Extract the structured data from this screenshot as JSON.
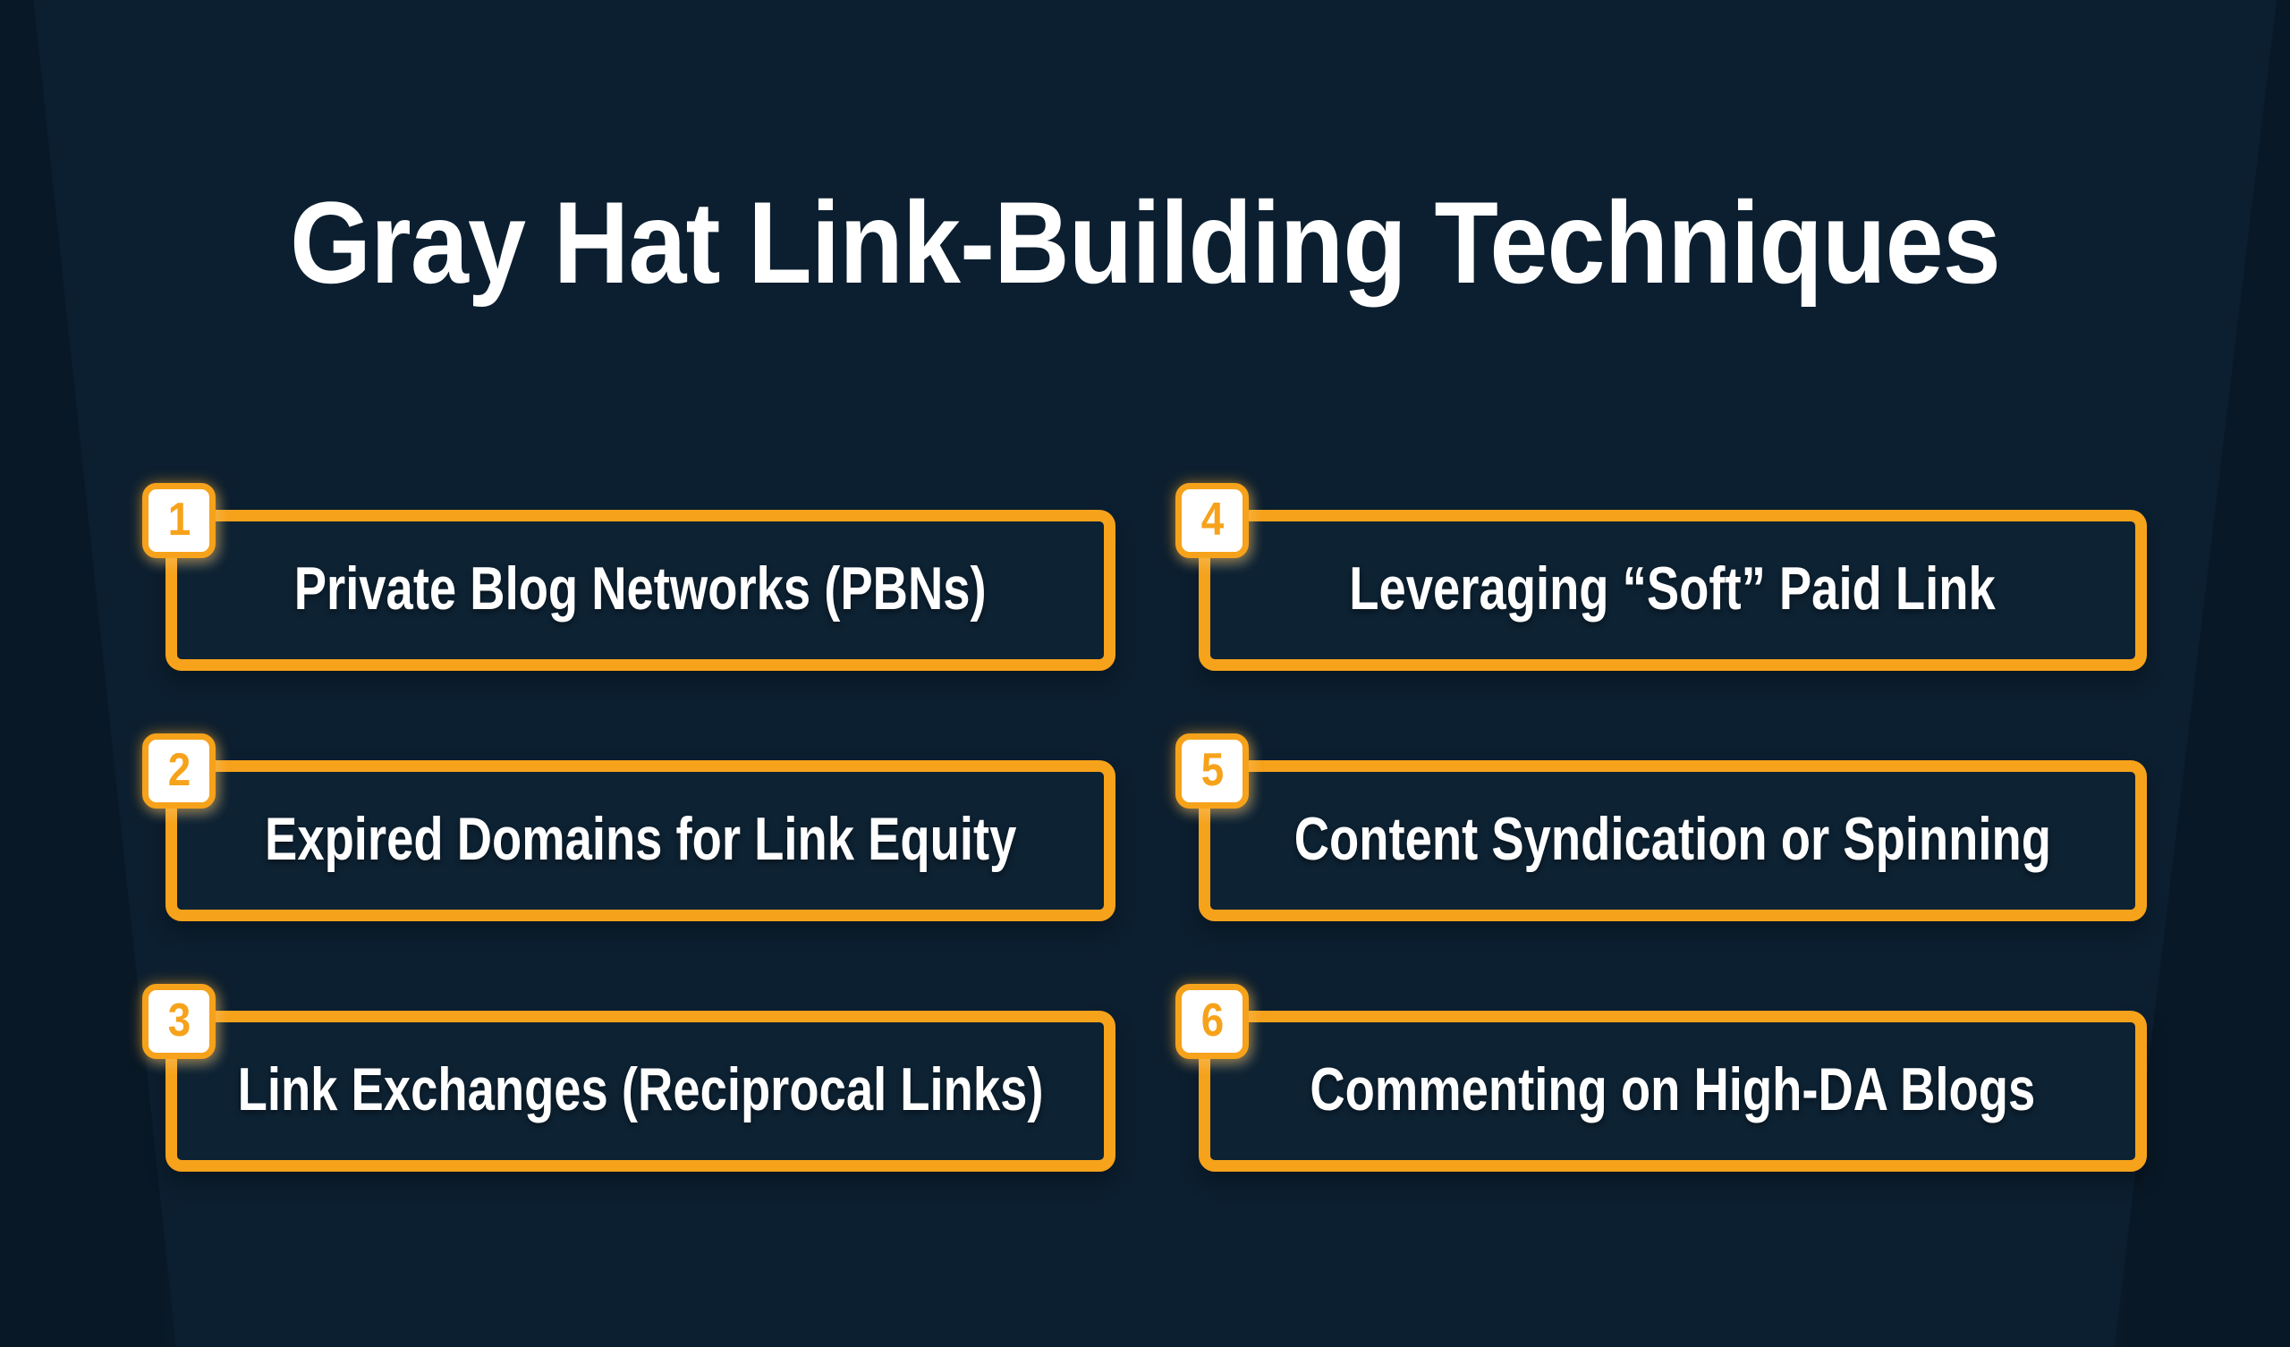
{
  "title": "Gray Hat Link-Building Techniques",
  "colors": {
    "background": "#0C1F30",
    "box_fill": "#0D2233",
    "accent_orange": "#F6A21B",
    "badge_fill": "#FFFFFF",
    "text_white": "#FFFFFF"
  },
  "techniques": [
    {
      "number": "1",
      "label": "Private Blog Networks (PBNs)"
    },
    {
      "number": "2",
      "label": "Expired Domains for Link Equity"
    },
    {
      "number": "3",
      "label": "Link Exchanges (Reciprocal Links)"
    },
    {
      "number": "4",
      "label": "Leveraging “Soft” Paid Link"
    },
    {
      "number": "5",
      "label": "Content Syndication or Spinning"
    },
    {
      "number": "6",
      "label": "Commenting on High-DA Blogs"
    }
  ]
}
